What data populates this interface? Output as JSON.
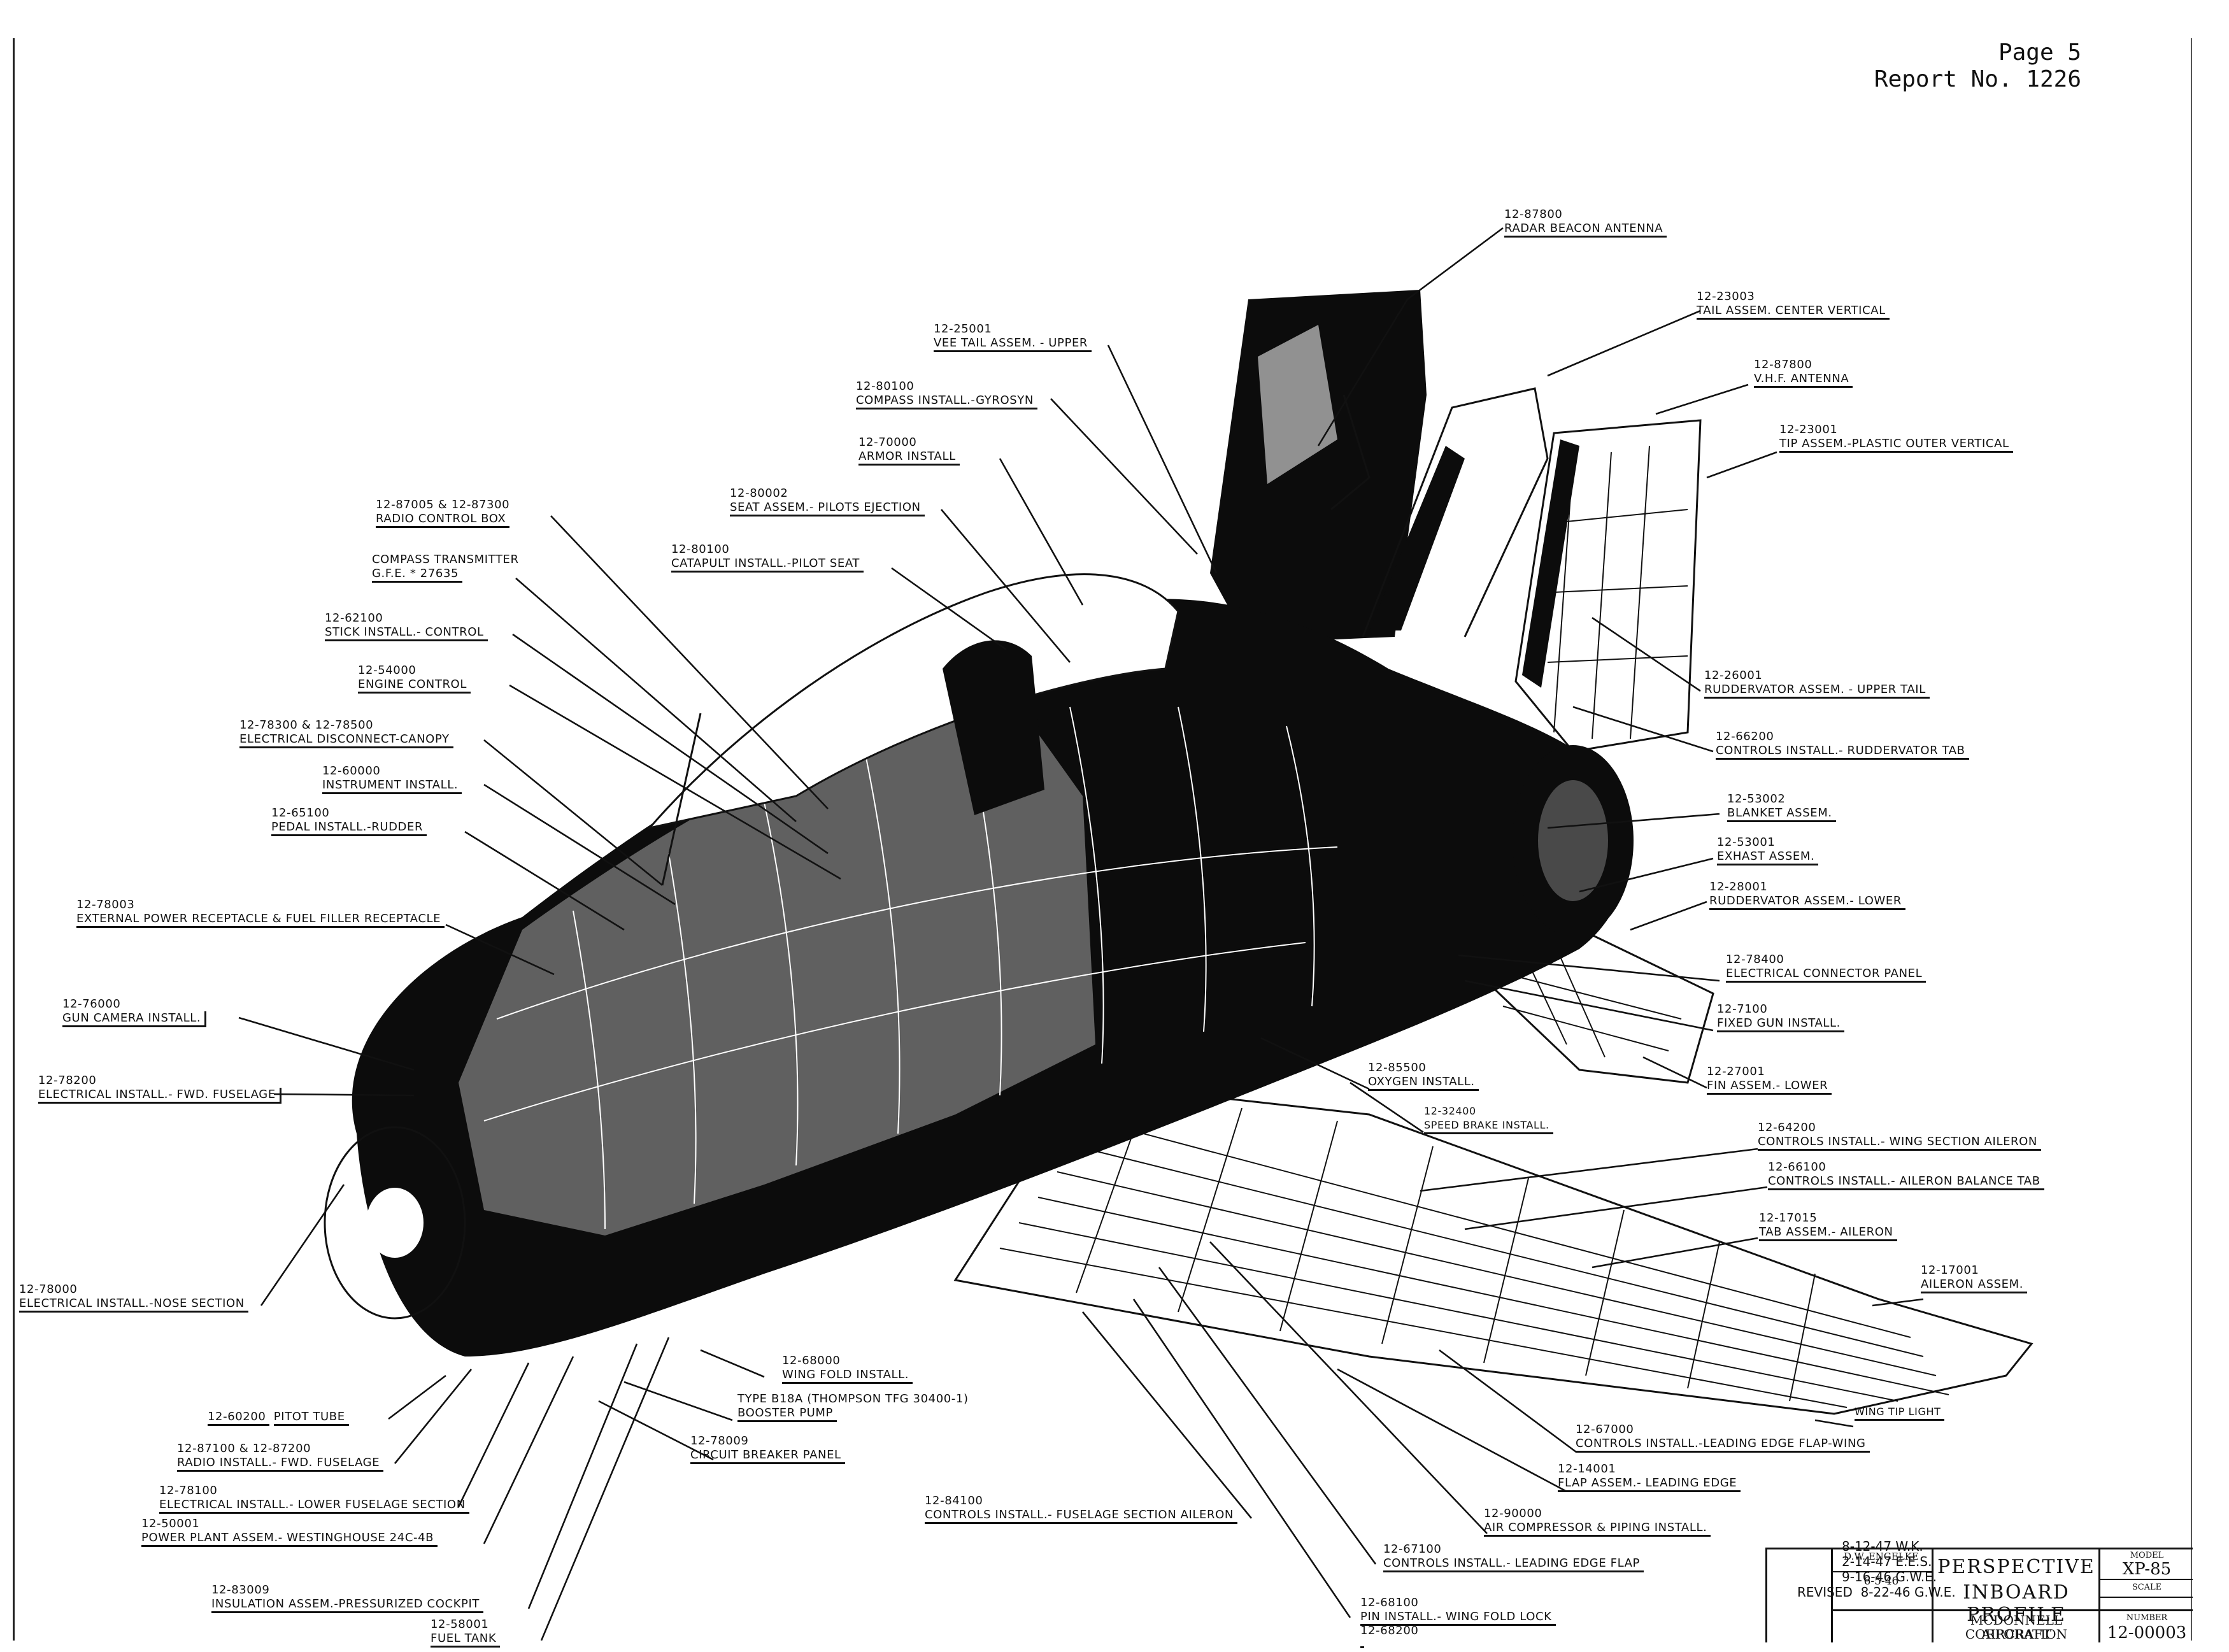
{
  "header": {
    "page": "Page 5",
    "report": "Report No. 1226"
  },
  "callouts": [
    {
      "id": "c1",
      "num": "12-87800",
      "desc": "Radar Beacon Antenna"
    },
    {
      "id": "c2",
      "num": "12-23003",
      "desc": "Tail Assem. Center Vertical"
    },
    {
      "id": "c3",
      "num": "12-87800",
      "desc": "V.H.F. Antenna"
    },
    {
      "id": "c4",
      "num": "12-23001",
      "desc": "Tip Assem.-Plastic Outer Vertical"
    },
    {
      "id": "c5",
      "num": "12-25001",
      "desc": "Vee Tail Assem. - Upper"
    },
    {
      "id": "c6",
      "num": "12-80100",
      "desc": "Compass Install.-Gyrosyn"
    },
    {
      "id": "c7",
      "num": "12-70000",
      "desc": "Armor Install"
    },
    {
      "id": "c8",
      "num": "12-80002",
      "desc": "Seat Assem.- Pilots Ejection"
    },
    {
      "id": "c9",
      "num": "12-80100",
      "desc": "Catapult Install.-Pilot Seat"
    },
    {
      "id": "c10",
      "num": "12-87005 & 12-87300",
      "desc": "Radio Control Box"
    },
    {
      "id": "c11",
      "num": "Compass Transmitter",
      "desc": "G.F.E. * 27635"
    },
    {
      "id": "c12",
      "num": "12-62100",
      "desc": "Stick Install.- Control"
    },
    {
      "id": "c13",
      "num": "12-54000",
      "desc": "Engine Control"
    },
    {
      "id": "c14",
      "num": "12-78300 & 12-78500",
      "desc": "Electrical Disconnect-Canopy"
    },
    {
      "id": "c15",
      "num": "12-60000",
      "desc": "Instrument Install."
    },
    {
      "id": "c16",
      "num": "12-65100",
      "desc": "Pedal Install.-Rudder"
    },
    {
      "id": "c17",
      "num": "12-78003",
      "desc": "External Power Receptacle & Fuel Filler Receptacle"
    },
    {
      "id": "c18",
      "num": "12-76000",
      "desc": "Gun Camera Install."
    },
    {
      "id": "c19",
      "num": "12-78200",
      "desc": "Electrical Install.- Fwd. Fuselage"
    },
    {
      "id": "c20",
      "num": "12-78000",
      "desc": "Electrical Install.-Nose Section"
    },
    {
      "id": "c21",
      "num": "12-26001",
      "desc": "Ruddervator Assem. - Upper Tail"
    },
    {
      "id": "c22",
      "num": "12-66200",
      "desc": "Controls Install.- Ruddervator Tab"
    },
    {
      "id": "c23",
      "num": "12-53002",
      "desc": "Blanket Assem."
    },
    {
      "id": "c24",
      "num": "12-53001",
      "desc": "Exhast Assem."
    },
    {
      "id": "c25",
      "num": "12-28001",
      "desc": "Ruddervator Assem.- Lower"
    },
    {
      "id": "c26",
      "num": "12-78400",
      "desc": "Electrical Connector Panel"
    },
    {
      "id": "c27",
      "num": "12-7100",
      "desc": "Fixed Gun Install."
    },
    {
      "id": "c28",
      "num": "12-85500",
      "desc": "Oxygen Install."
    },
    {
      "id": "c29",
      "num": "12-27001",
      "desc": "Fin Assem.- Lower"
    },
    {
      "id": "c30",
      "num": "12-32400",
      "desc": "Speed Brake Install."
    },
    {
      "id": "c31",
      "num": "12-64200",
      "desc": "Controls Install.- Wing Section Aileron"
    },
    {
      "id": "c32",
      "num": "12-66100",
      "desc": "Controls Install.- Aileron Balance Tab"
    },
    {
      "id": "c33",
      "num": "12-17015",
      "desc": "Tab Assem.- Aileron"
    },
    {
      "id": "c34",
      "num": "12-17001",
      "desc": "Aileron Assem."
    },
    {
      "id": "c35",
      "num": "",
      "desc": "Wing Tip Light"
    },
    {
      "id": "c36",
      "num": "12-67000",
      "desc": "Controls Install.-Leading Edge Flap-Wing"
    },
    {
      "id": "c37",
      "num": "12-14001",
      "desc": "Flap Assem.- Leading Edge"
    },
    {
      "id": "c38",
      "num": "12-90000",
      "desc": "Air Compressor & Piping Install."
    },
    {
      "id": "c39",
      "num": "12-67100",
      "desc": "Controls Install.- Leading Edge Flap"
    },
    {
      "id": "c40",
      "num": "12-68100",
      "desc": "Pin Install.- Wing Fold Lock"
    },
    {
      "id": "c41",
      "num": "12-68200",
      "desc": ""
    },
    {
      "id": "c42",
      "num": "12-84100",
      "desc": "Controls Install.- Fuselage Section Aileron"
    },
    {
      "id": "c43",
      "num": "12-68000",
      "desc": "Wing Fold Install."
    },
    {
      "id": "c44",
      "num": "Type B18A (Thompson TFG 30400-1)",
      "desc": "Booster Pump"
    },
    {
      "id": "c45",
      "num": "12-78009",
      "desc": "Circuit Breaker Panel"
    },
    {
      "id": "c46",
      "num": "12-60200",
      "desc": "Pitot Tube"
    },
    {
      "id": "c47",
      "num": "12-87100 & 12-87200",
      "desc": "Radio Install.- Fwd. Fuselage"
    },
    {
      "id": "c48",
      "num": "12-78100",
      "desc": "Electrical Install.- Lower Fuselage Section"
    },
    {
      "id": "c49",
      "num": "12-50001",
      "desc": "Power Plant Assem.- Westinghouse 24C-4B"
    },
    {
      "id": "c50",
      "num": "12-83009",
      "desc": "Insulation Assem.-Pressurized Cockpit"
    },
    {
      "id": "c51",
      "num": "12-58001",
      "desc": "Fuel Tank"
    }
  ],
  "revisions": {
    "label": "Revised",
    "entries": [
      "8-12-47 W.K.",
      "2-14-47 E.E.S.",
      "9-16-46 G.W.E.",
      "8-22-46 G.W.E."
    ]
  },
  "title_block": {
    "drawn_by": "D.W. Engelke",
    "date": "6-5-46",
    "title_line1": "Perspective",
    "title_line2": "Inboard Profile",
    "model_label": "Model",
    "model": "XP-85",
    "scale_label": "Scale",
    "company_line1": "McDonnell Aircraft",
    "company_line2": "Corporation",
    "number_label": "Number",
    "number": "12-00003"
  },
  "colors": {
    "ink": "#0c0c0c",
    "paper": "#ffffff"
  }
}
